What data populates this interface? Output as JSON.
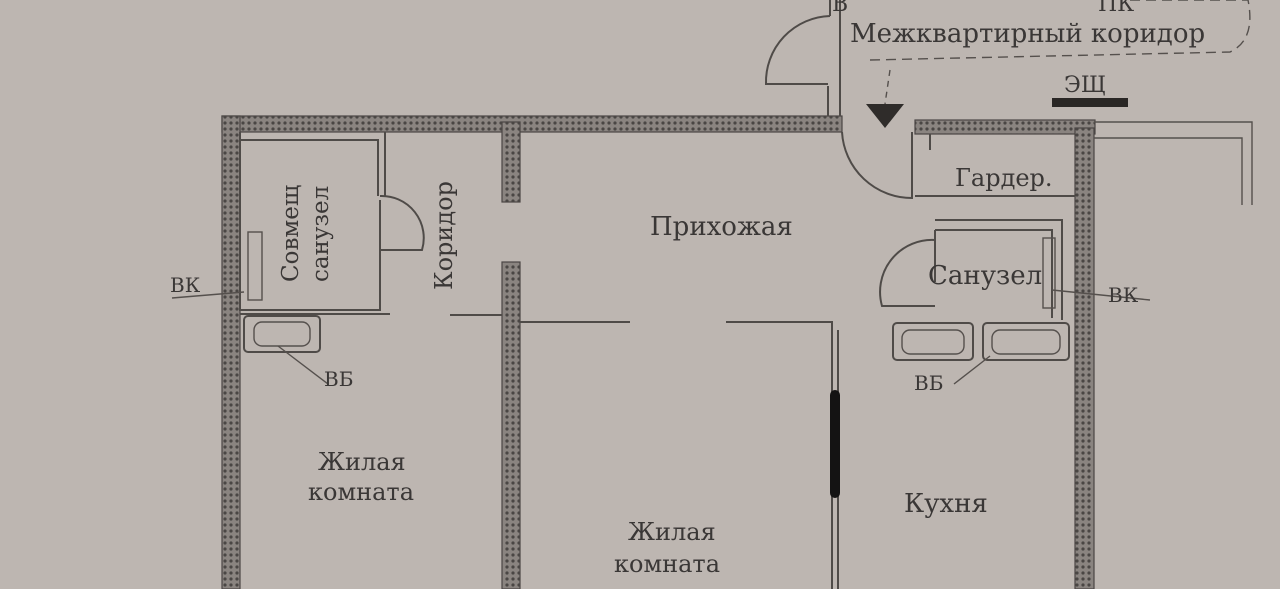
{
  "labels": {
    "corridor_top": "Межквартирный коридор",
    "mark_v": "В",
    "mark_pk": "ПК",
    "eshch": "ЭЩ",
    "garderob": "Гардер.",
    "prikhozhaya": "Прихожая",
    "koridor": "Коридор",
    "sovm_line1": "Совмещ",
    "sovm_line2": "санузел",
    "sanuzel": "Санузел",
    "vk_left": "ВК",
    "vk_right": "ВК",
    "vb_left": "ВБ",
    "vb_right": "ВБ",
    "room_left_line1": "Жилая",
    "room_left_line2": "комната",
    "room_center_line1": "Жилая",
    "room_center_line2": "комната",
    "kitchen": "Кухня"
  },
  "colors": {
    "background": "#bdb6b1",
    "wall": "#5e5956",
    "text": "#3a3736",
    "marker": "#141313"
  }
}
